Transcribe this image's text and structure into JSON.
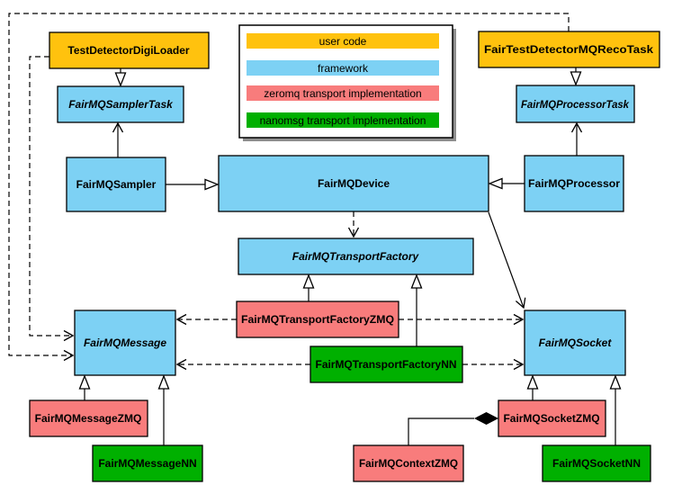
{
  "colors": {
    "user_code": "#FFC20E",
    "framework": "#7DD1F4",
    "zeromq": "#F87C7C",
    "nanomsg": "#00B000",
    "line": "#000000",
    "legend_shadow": "#8F8F8F"
  },
  "legend": {
    "items": [
      {
        "label": "user code",
        "color_key": "user_code"
      },
      {
        "label": "framework",
        "color_key": "framework"
      },
      {
        "label": "zeromq transport implementation",
        "color_key": "zeromq"
      },
      {
        "label": "nanomsg transport implementation",
        "color_key": "nanomsg"
      }
    ]
  },
  "nodes": {
    "digiLoader": {
      "label": "TestDetectorDigiLoader",
      "category": "user_code",
      "abstract": false
    },
    "recoTask": {
      "label": "FairTestDetectorMQRecoTask",
      "category": "user_code",
      "abstract": false
    },
    "samplerTask": {
      "label": "FairMQSamplerTask",
      "category": "framework",
      "abstract": true
    },
    "processorTask": {
      "label": "FairMQProcessorTask",
      "category": "framework",
      "abstract": true
    },
    "sampler": {
      "label": "FairMQSampler",
      "category": "framework",
      "abstract": false
    },
    "device": {
      "label": "FairMQDevice",
      "category": "framework",
      "abstract": false
    },
    "processor": {
      "label": "FairMQProcessor",
      "category": "framework",
      "abstract": false
    },
    "transportFactory": {
      "label": "FairMQTransportFactory",
      "category": "framework",
      "abstract": true
    },
    "transportFactoryZMQ": {
      "label": "FairMQTransportFactoryZMQ",
      "category": "zeromq",
      "abstract": false
    },
    "transportFactoryNN": {
      "label": "FairMQTransportFactoryNN",
      "category": "nanomsg",
      "abstract": false
    },
    "message": {
      "label": "FairMQMessage",
      "category": "framework",
      "abstract": true
    },
    "socket": {
      "label": "FairMQSocket",
      "category": "framework",
      "abstract": true
    },
    "messageZMQ": {
      "label": "FairMQMessageZMQ",
      "category": "zeromq",
      "abstract": false
    },
    "messageNN": {
      "label": "FairMQMessageNN",
      "category": "nanomsg",
      "abstract": false
    },
    "contextZMQ": {
      "label": "FairMQContextZMQ",
      "category": "zeromq",
      "abstract": false
    },
    "socketZMQ": {
      "label": "FairMQSocketZMQ",
      "category": "zeromq",
      "abstract": false
    },
    "socketNN": {
      "label": "FairMQSocketNN",
      "category": "nanomsg",
      "abstract": false
    }
  },
  "edges": [
    {
      "from": "digiLoader",
      "to": "samplerTask",
      "type": "inheritance"
    },
    {
      "from": "recoTask",
      "to": "processorTask",
      "type": "inheritance"
    },
    {
      "from": "sampler",
      "to": "device",
      "type": "inheritance"
    },
    {
      "from": "processor",
      "to": "device",
      "type": "inheritance"
    },
    {
      "from": "transportFactoryZMQ",
      "to": "transportFactory",
      "type": "inheritance"
    },
    {
      "from": "transportFactoryNN",
      "to": "transportFactory",
      "type": "inheritance"
    },
    {
      "from": "messageZMQ",
      "to": "message",
      "type": "inheritance"
    },
    {
      "from": "messageNN",
      "to": "message",
      "type": "inheritance"
    },
    {
      "from": "socketZMQ",
      "to": "socket",
      "type": "inheritance"
    },
    {
      "from": "socketNN",
      "to": "socket",
      "type": "inheritance"
    },
    {
      "from": "sampler",
      "to": "samplerTask",
      "type": "association"
    },
    {
      "from": "processor",
      "to": "processorTask",
      "type": "association"
    },
    {
      "from": "device",
      "to": "socket",
      "type": "association"
    },
    {
      "from": "device",
      "to": "transportFactory",
      "type": "dependency"
    },
    {
      "from": "transportFactoryZMQ",
      "to": "message",
      "type": "dependency"
    },
    {
      "from": "transportFactoryZMQ",
      "to": "socket",
      "type": "dependency"
    },
    {
      "from": "transportFactoryNN",
      "to": "message",
      "type": "dependency"
    },
    {
      "from": "transportFactoryNN",
      "to": "socket",
      "type": "dependency"
    },
    {
      "from": "digiLoader",
      "to": "message",
      "type": "dependency"
    },
    {
      "from": "recoTask",
      "to": "message",
      "type": "dependency"
    },
    {
      "from": "socketZMQ",
      "to": "contextZMQ",
      "type": "composition"
    }
  ]
}
